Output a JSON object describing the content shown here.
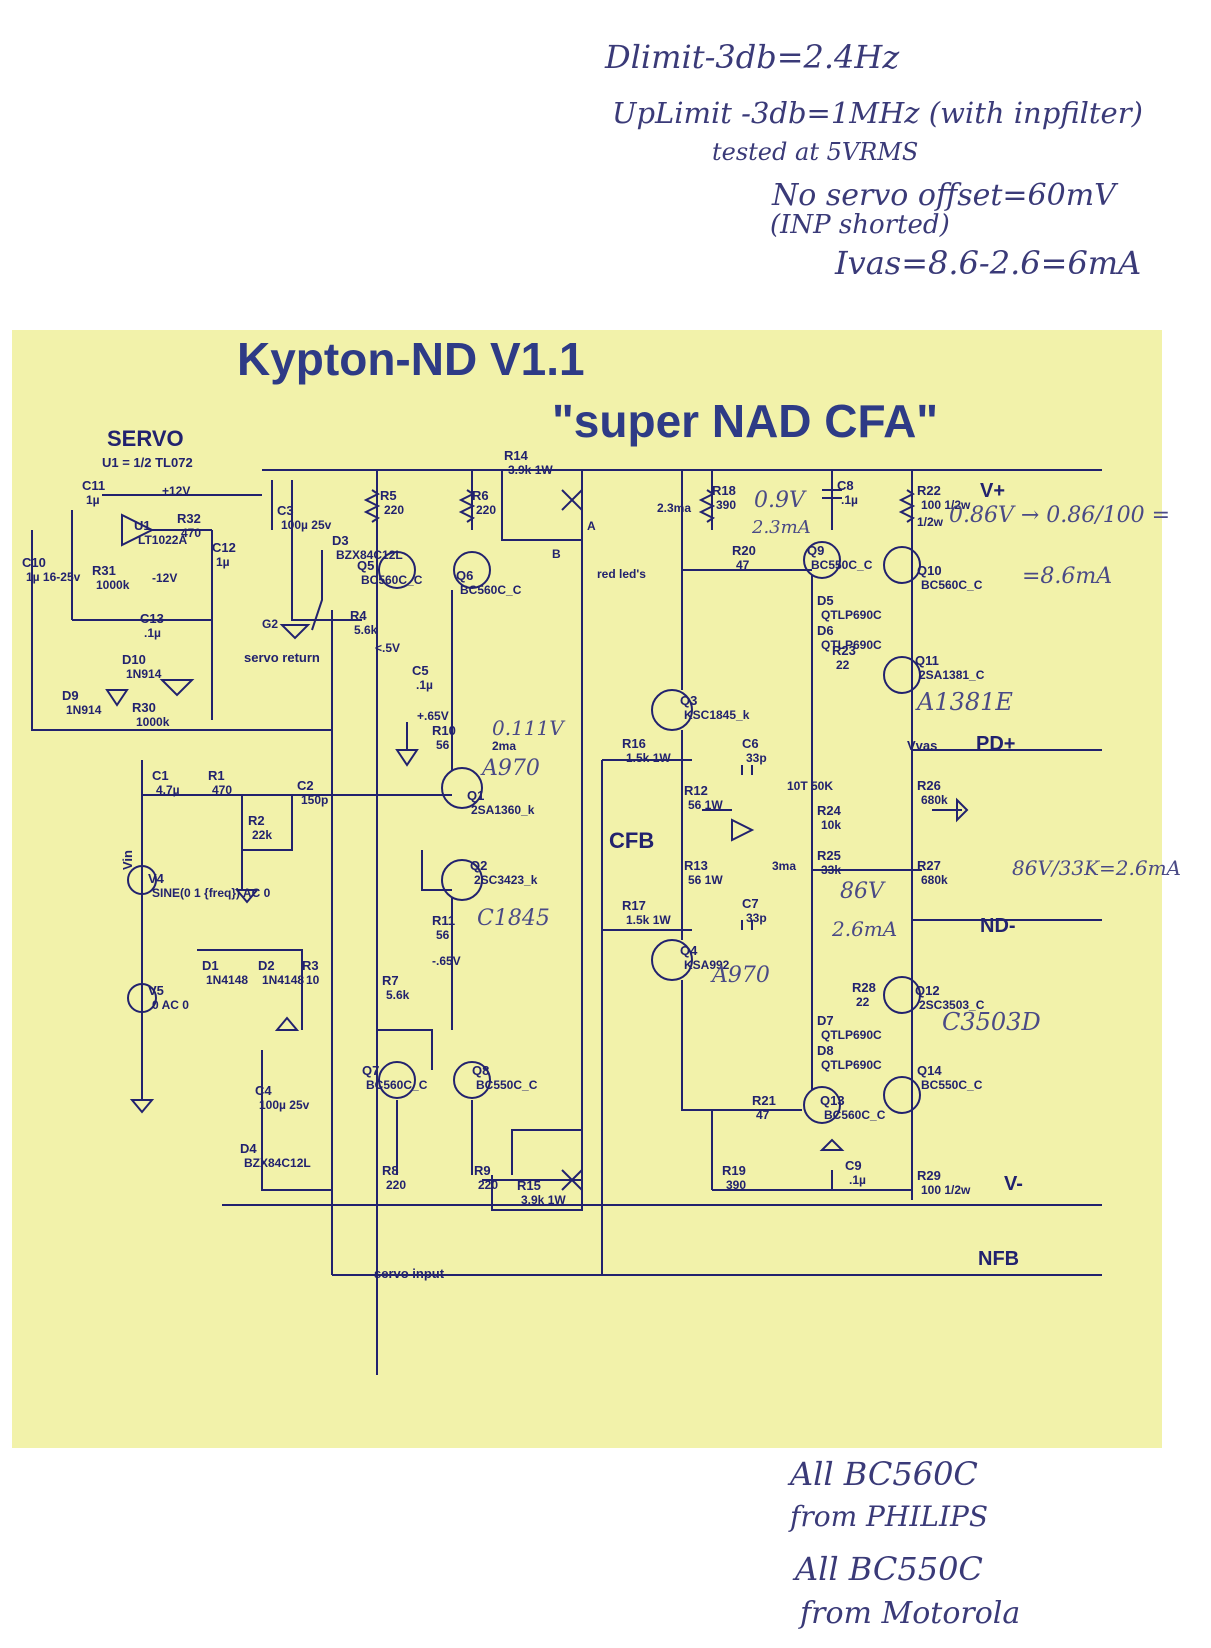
{
  "handwritten_notes": {
    "top": [
      "Dlimit-3db=2.4Hz",
      "UpLimit -3db=1MHz (with inpfilter)",
      "tested at 5VRMS",
      "No servo offset=60mV",
      "(INP shorted)",
      "Ivas=8.6-2.6=6mA"
    ],
    "bottom": [
      "All BC560C",
      "from PHILIPS",
      "All BC550C",
      "from Motorola"
    ],
    "calc_top": "0.86V → 0.86/100 =",
    "calc_top_result": "=8.6mA",
    "calc_mid": "86V/33K=2.6mA",
    "near_r18": "0.9V",
    "near_r18_b": "2.3mA",
    "near_r10": "0.111V",
    "near_q1": "A970",
    "near_q2": "C1845",
    "near_q4": "A970",
    "near_q11": "A1381E",
    "near_q12": "C3503D",
    "near_r25": "86V",
    "near_r25_b": "2.6mA"
  },
  "schematic": {
    "title": "Kypton-ND V1.1",
    "subtitle": "\"super NAD CFA\"",
    "labels": {
      "servo": "SERVO",
      "u1": "U1 = 1/2 TL072",
      "rails": [
        "V+",
        "PD+",
        "ND-",
        "V-",
        "NFB"
      ],
      "cfb": "CFB",
      "vin": "Vin",
      "vas": "Vvas",
      "servo_return": "servo return",
      "servo_input": "servo input"
    },
    "components": [
      {
        "ref": "C11",
        "val": "1µ"
      },
      {
        "ref": "U1",
        "val": "LT1022A"
      },
      {
        "ref": "R32",
        "val": "470"
      },
      {
        "ref": "C12",
        "val": "1µ"
      },
      {
        "ref": "C10",
        "val": "1µ 16-25v"
      },
      {
        "ref": "R31",
        "val": "1000k"
      },
      {
        "ref": "C13",
        "val": ".1µ"
      },
      {
        "ref": "D10",
        "val": "1N914"
      },
      {
        "ref": "D9",
        "val": "1N914"
      },
      {
        "ref": "R30",
        "val": "1000k"
      },
      {
        "ref": "C3",
        "val": "100µ 25v"
      },
      {
        "ref": "D3",
        "val": "BZX84C12L"
      },
      {
        "ref": "R5",
        "val": "220"
      },
      {
        "ref": "Q5",
        "val": "BC560C_C"
      },
      {
        "ref": "R4",
        "val": "5.6k"
      },
      {
        "ref": "C5",
        "val": ".1µ"
      },
      {
        "ref": "R14",
        "val": "3.9k 1W"
      },
      {
        "ref": "R6",
        "val": "220"
      },
      {
        "ref": "Q6",
        "val": "BC560C_C"
      },
      {
        "ref": "R10",
        "val": "56"
      },
      {
        "ref": "Q1",
        "val": "2SA1360_k"
      },
      {
        "ref": "Q2",
        "val": "2SC3423_k"
      },
      {
        "ref": "R11",
        "val": "56"
      },
      {
        "ref": "C1",
        "val": "4.7µ"
      },
      {
        "ref": "R1",
        "val": "470"
      },
      {
        "ref": "R2",
        "val": "22k"
      },
      {
        "ref": "C2",
        "val": "150p"
      },
      {
        "ref": "V4",
        "val": "SINE(0 1 {freq}) AC 0"
      },
      {
        "ref": "V5",
        "val": "0 AC 0"
      },
      {
        "ref": "D1",
        "val": "1N4148"
      },
      {
        "ref": "D2",
        "val": "1N4148"
      },
      {
        "ref": "R3",
        "val": "10"
      },
      {
        "ref": "C4",
        "val": "100µ 25v"
      },
      {
        "ref": "D4",
        "val": "BZX84C12L"
      },
      {
        "ref": "R7",
        "val": "5.6k"
      },
      {
        "ref": "Q7",
        "val": "BC560C_C"
      },
      {
        "ref": "Q8",
        "val": "BC550C_C"
      },
      {
        "ref": "R8",
        "val": "220"
      },
      {
        "ref": "R9",
        "val": "220"
      },
      {
        "ref": "R15",
        "val": "3.9k 1W"
      },
      {
        "ref": "R18",
        "val": "390"
      },
      {
        "ref": "C8",
        "val": ".1µ"
      },
      {
        "ref": "R22",
        "val": "100 1/2w"
      },
      {
        "ref": "R20",
        "val": "47"
      },
      {
        "ref": "Q9",
        "val": "BC550C_C"
      },
      {
        "ref": "Q10",
        "val": "BC560C_C"
      },
      {
        "ref": "D5",
        "val": "QTLP690C"
      },
      {
        "ref": "D6",
        "val": "QTLP690C"
      },
      {
        "ref": "R23",
        "val": "22"
      },
      {
        "ref": "Q11",
        "val": "2SA1381_C"
      },
      {
        "ref": "Q3",
        "val": "KSC1845_k"
      },
      {
        "ref": "R16",
        "val": "1.5k 1W"
      },
      {
        "ref": "C6",
        "val": "33p"
      },
      {
        "ref": "R12",
        "val": "56 1W"
      },
      {
        "ref": "R24",
        "val": "10k"
      },
      {
        "ref": "R25",
        "val": "33k"
      },
      {
        "ref": "R26",
        "val": "680k"
      },
      {
        "ref": "R27",
        "val": "680k"
      },
      {
        "ref": "R13",
        "val": "56 1W"
      },
      {
        "ref": "R17",
        "val": "1.5k 1W"
      },
      {
        "ref": "C7",
        "val": "33p"
      },
      {
        "ref": "Q4",
        "val": "KSA992"
      },
      {
        "ref": "R28",
        "val": "22"
      },
      {
        "ref": "Q12",
        "val": "2SC3503_C"
      },
      {
        "ref": "D7",
        "val": "QTLP690C"
      },
      {
        "ref": "D8",
        "val": "QTLP690C"
      },
      {
        "ref": "Q14",
        "val": "BC550C_C"
      },
      {
        "ref": "R21",
        "val": "47"
      },
      {
        "ref": "Q13",
        "val": "BC560C_C"
      },
      {
        "ref": "R19",
        "val": "390"
      },
      {
        "ref": "C9",
        "val": ".1µ"
      },
      {
        "ref": "R29",
        "val": "100 1/2w"
      }
    ],
    "annotations": [
      "+12V",
      "-12V",
      "G2",
      "<.5V",
      "+.65V",
      "-.65V",
      "2ma",
      "2.3ma",
      "3ma",
      "red led's",
      "10T 50K",
      "A",
      "B",
      "1/2w"
    ]
  },
  "colors": {
    "paper": "#f2f2aa",
    "ink": "#22226e",
    "title": "#2e3b86",
    "pen": "#4a4a86"
  }
}
